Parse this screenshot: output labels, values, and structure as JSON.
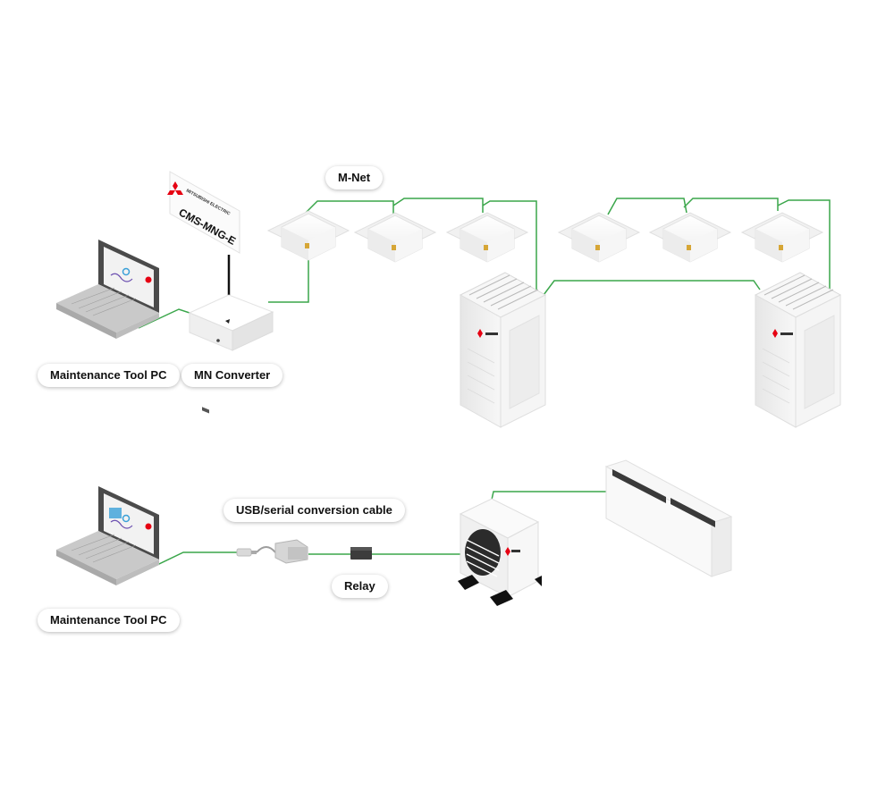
{
  "labels": {
    "mnet": "M-Net",
    "maintenance_pc_top": "Maintenance Tool PC",
    "mn_converter": "MN Converter",
    "usb_cable": "USB/serial conversion cable",
    "relay": "Relay",
    "maintenance_pc_bottom": "Maintenance Tool PC"
  },
  "antenna": {
    "brand_text": "MITSUBISHI ELECTRIC",
    "model_text": "CMS-MNG-E"
  },
  "colors": {
    "connection_line": "#3aa64a",
    "brand_red": "#e60012",
    "device_body": "#f4f4f4",
    "device_shadow": "#d7d7d7"
  }
}
